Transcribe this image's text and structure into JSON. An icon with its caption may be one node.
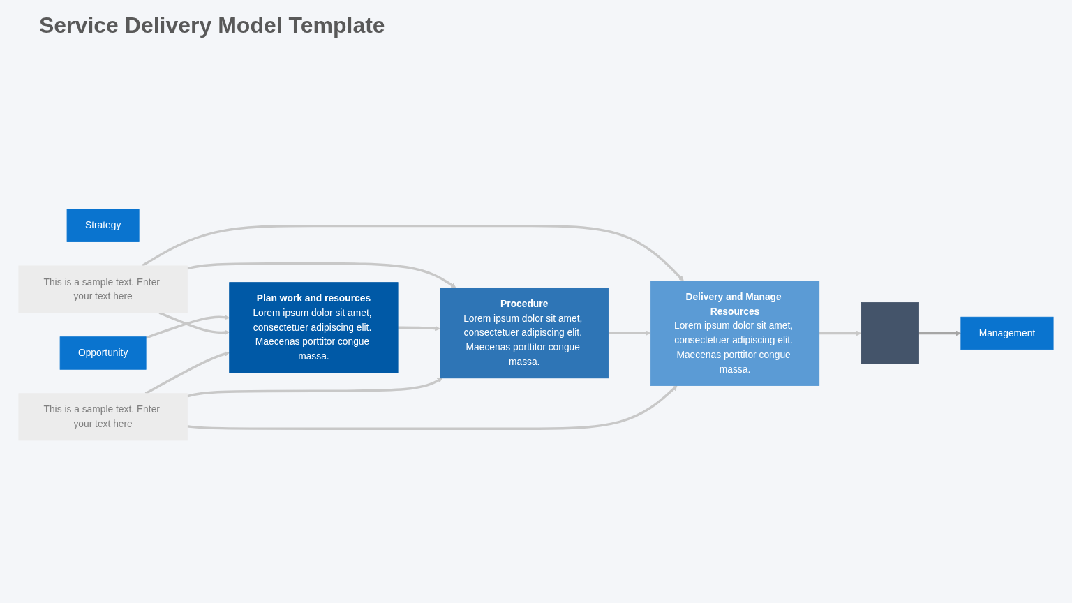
{
  "diagram": {
    "title": "Service Delivery Model Template",
    "nodes": [
      {
        "text": [
          "Strategy"
        ]
      },
      {
        "text": [
          "Opportunity"
        ]
      },
      {
        "text": [
          "Management"
        ]
      },
      {
        "text": [
          "This is a sample text. Enter your text here"
        ]
      },
      {
        "text": [
          "Plan work and resources",
          "Lorem ipsum dolor sit amet, consectetuer adipiscing elit. Maecenas porttitor congue massa."
        ]
      },
      {
        "text": [
          "Procedure",
          "Lorem ipsum dolor sit amet, consectetuer adipiscing elit. Maecenas porttitor congue massa."
        ]
      },
      {
        "text": [
          "Delivery and Manage Resources",
          "Lorem ipsum dolor sit amet, consectetuer adipiscing elit. Maecenas porttitor congue massa."
        ]
      },
      {
        "text": [
          "This is a sample text. Enter your text here"
        ]
      },
      {
        "text": [],
        "shape": "box"
      }
    ],
    "edges": [
      {
        "from": 1,
        "to": 4,
        "arrow": "to"
      },
      {
        "from": 3,
        "to": 4,
        "arrow": "to"
      },
      {
        "from": 3,
        "to": 5,
        "arrow": "to"
      },
      {
        "from": 3,
        "to": 6,
        "arrow": "to"
      },
      {
        "from": 4,
        "to": 5,
        "arrow": "to"
      },
      {
        "from": 5,
        "to": 6,
        "arrow": "to"
      },
      {
        "from": 7,
        "to": 4,
        "arrow": "to"
      },
      {
        "from": 7,
        "to": 5,
        "arrow": "to"
      },
      {
        "from": 7,
        "to": 6,
        "arrow": "to"
      },
      {
        "from": 6,
        "to": 8,
        "arrow": "to"
      },
      {
        "from": 8,
        "to": 2,
        "arrow": "to",
        "color": "#a6a6a6"
      }
    ]
  }
}
